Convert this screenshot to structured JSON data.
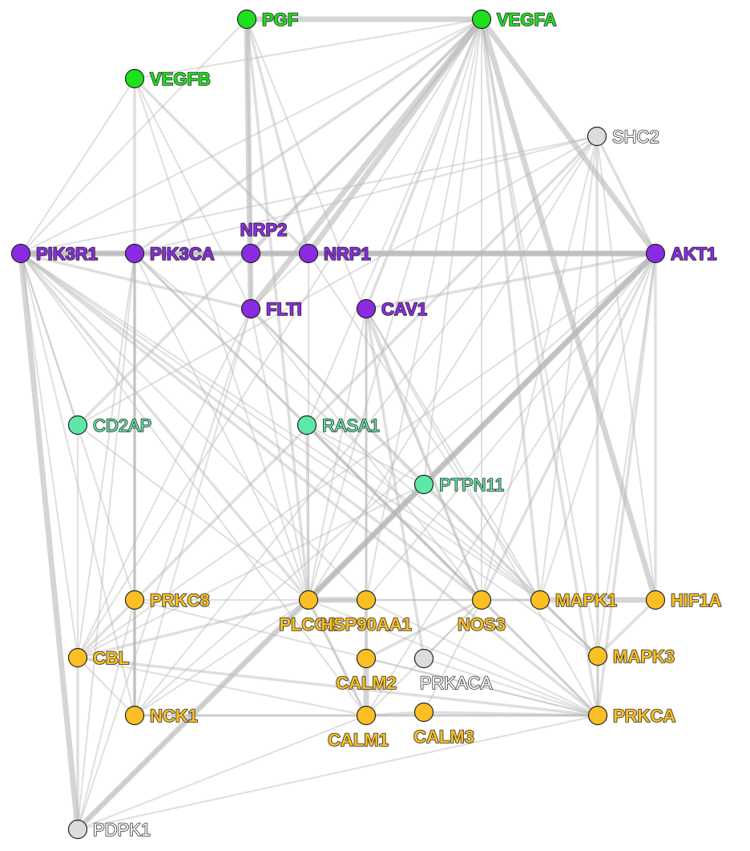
{
  "colors": {
    "ligand": "#1ee01e",
    "receptor": "#8a2be2",
    "adaptor": "#5ee8a8",
    "effector": "#fbbf24",
    "unclassified": "#dcdcdc",
    "edge": "#b9b9b9"
  },
  "nodes": [
    {
      "id": "PGF",
      "label": "PGF",
      "group": "ligand"
    },
    {
      "id": "VEGFA",
      "label": "VEGFA",
      "group": "ligand"
    },
    {
      "id": "VEGFB",
      "label": "VEGFB",
      "group": "ligand"
    },
    {
      "id": "SHC2",
      "label": "SHC2",
      "group": "unclassified"
    },
    {
      "id": "PIK3R1",
      "label": "PIK3R1",
      "group": "receptor"
    },
    {
      "id": "PIK3CA",
      "label": "PIK3CA",
      "group": "receptor"
    },
    {
      "id": "NRP2",
      "label": "NRP2",
      "group": "receptor"
    },
    {
      "id": "NRP1",
      "label": "NRP1",
      "group": "receptor"
    },
    {
      "id": "AKT1",
      "label": "AKT1",
      "group": "receptor"
    },
    {
      "id": "FLTI",
      "label": "FLTI",
      "group": "receptor"
    },
    {
      "id": "CAV1",
      "label": "CAV1",
      "group": "receptor"
    },
    {
      "id": "CD2AP",
      "label": "CD2AP",
      "group": "adaptor"
    },
    {
      "id": "RASA1",
      "label": "RASA1",
      "group": "adaptor"
    },
    {
      "id": "PTPN11",
      "label": "PTPN11",
      "group": "adaptor"
    },
    {
      "id": "PRKC8",
      "label": "PRKC8",
      "group": "effector"
    },
    {
      "id": "PLCG1",
      "label": "PLCG1",
      "group": "effector"
    },
    {
      "id": "HSP90AA1",
      "label": "HSP90AA1",
      "group": "effector"
    },
    {
      "id": "NOS3",
      "label": "NOS3",
      "group": "effector"
    },
    {
      "id": "MAPK1",
      "label": "MAPK1",
      "group": "effector"
    },
    {
      "id": "HIF1A",
      "label": "HIF1A",
      "group": "effector"
    },
    {
      "id": "CBL",
      "label": "CBL",
      "group": "effector"
    },
    {
      "id": "MAPK3",
      "label": "MAPK3",
      "group": "effector"
    },
    {
      "id": "CALM2",
      "label": "CALM2",
      "group": "effector"
    },
    {
      "id": "PRKACA",
      "label": "PRKACA",
      "group": "unclassified"
    },
    {
      "id": "NCK1",
      "label": "NCK1",
      "group": "effector"
    },
    {
      "id": "CALM1",
      "label": "CALM1",
      "group": "effector"
    },
    {
      "id": "CALM3",
      "label": "CALM3",
      "group": "effector"
    },
    {
      "id": "PRKCA",
      "label": "PRKCA",
      "group": "effector"
    },
    {
      "id": "PDPK1",
      "label": "PDPK1",
      "group": "unclassified"
    }
  ],
  "edges": [
    [
      "PGF",
      "VEGFA"
    ],
    [
      "VEGFB",
      "VEGFA"
    ],
    [
      "PGF",
      "FLTI"
    ],
    [
      "PGF",
      "NRP1"
    ],
    [
      "PGF",
      "NRP2"
    ],
    [
      "PGF",
      "PIK3R1"
    ],
    [
      "PGF",
      "PLCG1"
    ],
    [
      "PGF",
      "NOS3"
    ],
    [
      "VEGFA",
      "NRP1"
    ],
    [
      "VEGFA",
      "NRP2"
    ],
    [
      "VEGFA",
      "FLTI"
    ],
    [
      "VEGFA",
      "PIK3R1"
    ],
    [
      "VEGFA",
      "PIK3CA"
    ],
    [
      "VEGFA",
      "AKT1"
    ],
    [
      "VEGFA",
      "HIF1A"
    ],
    [
      "VEGFA",
      "MAPK1"
    ],
    [
      "VEGFA",
      "NOS3"
    ],
    [
      "VEGFA",
      "PLCG1"
    ],
    [
      "VEGFA",
      "CAV1"
    ],
    [
      "VEGFA",
      "PTPN11"
    ],
    [
      "VEGFA",
      "RASA1"
    ],
    [
      "VEGFA",
      "PRKCA"
    ],
    [
      "VEGFA",
      "MAPK3"
    ],
    [
      "VEGFA",
      "HSP90AA1"
    ],
    [
      "VEGFA",
      "CD2AP"
    ],
    [
      "VEGFA",
      "CBL"
    ],
    [
      "VEGFB",
      "FLTI"
    ],
    [
      "VEGFB",
      "NRP1"
    ],
    [
      "VEGFB",
      "PIK3R1"
    ],
    [
      "VEGFB",
      "PLCG1"
    ],
    [
      "VEGFB",
      "NCK1"
    ],
    [
      "SHC2",
      "PIK3R1"
    ],
    [
      "SHC2",
      "PIK3CA"
    ],
    [
      "SHC2",
      "AKT1"
    ],
    [
      "SHC2",
      "PLCG1"
    ],
    [
      "SHC2",
      "MAPK1"
    ],
    [
      "SHC2",
      "CBL"
    ],
    [
      "SHC2",
      "HIF1A"
    ],
    [
      "SHC2",
      "NOS3"
    ],
    [
      "SHC2",
      "PRKCA"
    ],
    [
      "SHC2",
      "NCK1"
    ],
    [
      "SHC2",
      "CD2AP"
    ],
    [
      "PIK3R1",
      "PIK3CA"
    ],
    [
      "PIK3R1",
      "NRP1"
    ],
    [
      "PIK3R1",
      "AKT1"
    ],
    [
      "PIK3R1",
      "PDPK1"
    ],
    [
      "PIK3R1",
      "CBL"
    ],
    [
      "PIK3R1",
      "NCK1"
    ],
    [
      "PIK3R1",
      "PLCG1"
    ],
    [
      "PIK3R1",
      "MAPK1"
    ],
    [
      "PIK3R1",
      "MAPK3"
    ],
    [
      "PIK3R1",
      "PRKCA"
    ],
    [
      "PIK3R1",
      "CALM1"
    ],
    [
      "PIK3R1",
      "HSP90AA1"
    ],
    [
      "PIK3R1",
      "NOS3"
    ],
    [
      "PIK3R1",
      "CD2AP"
    ],
    [
      "PIK3R1",
      "PRKC8"
    ],
    [
      "PIK3CA",
      "AKT1"
    ],
    [
      "PIK3CA",
      "PDPK1"
    ],
    [
      "PIK3CA",
      "CBL"
    ],
    [
      "PIK3CA",
      "NOS3"
    ],
    [
      "PIK3CA",
      "MAPK1"
    ],
    [
      "PIK3CA",
      "PRKC8"
    ],
    [
      "PIK3CA",
      "NCK1"
    ],
    [
      "PIK3CA",
      "PRKCA"
    ],
    [
      "PIK3CA",
      "CALM1"
    ],
    [
      "NRP2",
      "NRP1"
    ],
    [
      "NRP2",
      "FLTI"
    ],
    [
      "NRP1",
      "FLTI"
    ],
    [
      "NRP1",
      "AKT1"
    ],
    [
      "NRP1",
      "PLCG1"
    ],
    [
      "NRP1",
      "MAPK1"
    ],
    [
      "AKT1",
      "PDPK1"
    ],
    [
      "AKT1",
      "PLCG1"
    ],
    [
      "AKT1",
      "HSP90AA1"
    ],
    [
      "AKT1",
      "NOS3"
    ],
    [
      "AKT1",
      "MAPK1"
    ],
    [
      "AKT1",
      "MAPK3"
    ],
    [
      "AKT1",
      "HIF1A"
    ],
    [
      "AKT1",
      "CBL"
    ],
    [
      "AKT1",
      "NCK1"
    ],
    [
      "AKT1",
      "PRKCA"
    ],
    [
      "AKT1",
      "CALM1"
    ],
    [
      "AKT1",
      "PTPN11"
    ],
    [
      "AKT1",
      "CAV1"
    ],
    [
      "FLTI",
      "PLCG1"
    ],
    [
      "FLTI",
      "NOS3"
    ],
    [
      "FLTI",
      "PTPN11"
    ],
    [
      "FLTI",
      "CBL"
    ],
    [
      "FLTI",
      "NCK1"
    ],
    [
      "FLTI",
      "PIK3R1"
    ],
    [
      "FLTI",
      "PDPK1"
    ],
    [
      "FLTI",
      "MAPK3"
    ],
    [
      "CAV1",
      "NOS3"
    ],
    [
      "CAV1",
      "HSP90AA1"
    ],
    [
      "CAV1",
      "PRKCA"
    ],
    [
      "CAV1",
      "CALM2"
    ],
    [
      "CAV1",
      "MAPK1"
    ],
    [
      "CAV1",
      "PLCG1"
    ],
    [
      "CAV1",
      "PRKACA"
    ],
    [
      "CD2AP",
      "CBL"
    ],
    [
      "CD2AP",
      "PLCG1"
    ],
    [
      "RASA1",
      "PLCG1"
    ],
    [
      "RASA1",
      "PTPN11"
    ],
    [
      "RASA1",
      "MAPK1"
    ],
    [
      "RASA1",
      "PRKCA"
    ],
    [
      "PTPN11",
      "PLCG1"
    ],
    [
      "PTPN11",
      "CBL"
    ],
    [
      "PTPN11",
      "MAPK3"
    ],
    [
      "PTPN11",
      "PDPK1"
    ],
    [
      "PRKC8",
      "PLCG1"
    ],
    [
      "PRKC8",
      "NCK1"
    ],
    [
      "PRKC8",
      "PRKCA"
    ],
    [
      "PLCG1",
      "HSP90AA1"
    ],
    [
      "PLCG1",
      "CALM1"
    ],
    [
      "PLCG1",
      "PRKCA"
    ],
    [
      "PLCG1",
      "NCK1"
    ],
    [
      "PLCG1",
      "CBL"
    ],
    [
      "PLCG1",
      "MAPK1"
    ],
    [
      "HSP90AA1",
      "NOS3"
    ],
    [
      "HSP90AA1",
      "CALM2"
    ],
    [
      "HSP90AA1",
      "PRKCA"
    ],
    [
      "NOS3",
      "CALM1"
    ],
    [
      "NOS3",
      "CALM2"
    ],
    [
      "NOS3",
      "CALM3"
    ],
    [
      "NOS3",
      "PRKACA"
    ],
    [
      "NOS3",
      "MAPK1"
    ],
    [
      "MAPK1",
      "HIF1A"
    ],
    [
      "MAPK1",
      "MAPK3"
    ],
    [
      "MAPK3",
      "HIF1A"
    ],
    [
      "MAPK3",
      "PRKCA"
    ],
    [
      "CBL",
      "NCK1"
    ],
    [
      "CBL",
      "PRKCA"
    ],
    [
      "CBL",
      "CALM1"
    ],
    [
      "CALM1",
      "CALM2"
    ],
    [
      "CALM1",
      "CALM3"
    ],
    [
      "CALM1",
      "PRKCA"
    ],
    [
      "CALM2",
      "PRKCA"
    ],
    [
      "CALM3",
      "PRKCA"
    ],
    [
      "PRKACA",
      "PRKCA"
    ],
    [
      "NCK1",
      "CALM1"
    ],
    [
      "NCK1",
      "PRKCA"
    ],
    [
      "PDPK1",
      "PRKCA"
    ],
    [
      "PDPK1",
      "PRKC8"
    ],
    [
      "PDPK1",
      "CBL"
    ],
    [
      "PDPK1",
      "CALM1"
    ]
  ]
}
